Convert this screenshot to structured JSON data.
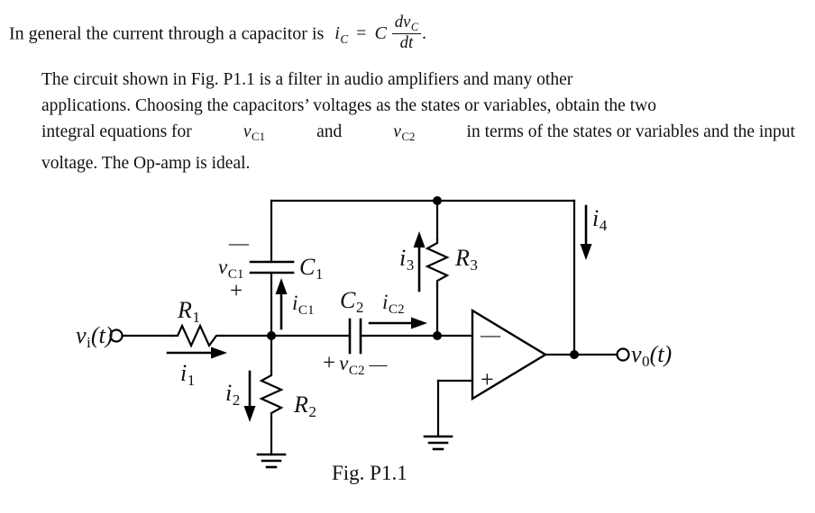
{
  "document": {
    "intro": {
      "text_before": "In general the current through a capacitor is",
      "equation": {
        "lhs_symbol": "i",
        "lhs_sub": "C",
        "equals": "=",
        "coefficient": "C",
        "fraction_numerator": "dv",
        "fraction_numerator_sub": "C",
        "fraction_denominator": "dt",
        "trailing_period": "."
      }
    },
    "paragraph": {
      "line1": "The circuit shown in Fig. P1.1 is a filter in audio amplifiers and many other",
      "line2": "applications. Choosing the capacitors’ voltages as the states or variables, obtain the two",
      "line3_part1": "integral equations for",
      "line3_var1": "v",
      "line3_var1_sub": "C1",
      "line3_part2": "and",
      "line3_var2": "v",
      "line3_var2_sub": "C2",
      "line3_part3": "in terms of the states or variables and the input",
      "line4": "voltage. The Op-amp is ideal."
    }
  },
  "figure": {
    "caption": "Fig. P1.1",
    "labels": {
      "input_source": "v",
      "input_source_sub": "i",
      "input_source_suffix": "(t)",
      "output_node": "v",
      "output_node_sub": "0",
      "output_node_suffix": "(t)",
      "r1": "R",
      "r1_sub": "1",
      "r2": "R",
      "r2_sub": "2",
      "r3": "R",
      "r3_sub": "3",
      "c1": "C",
      "c1_sub": "1",
      "c2": "C",
      "c2_sub": "2",
      "i1": "i",
      "i1_sub": "1",
      "i2": "i",
      "i2_sub": "2",
      "i3": "i",
      "i3_sub": "3",
      "i4": "i",
      "i4_sub": "4",
      "ic1": "i",
      "ic1_sub": "C1",
      "ic2": "i",
      "ic2_sub": "C2",
      "vc1": "v",
      "vc1_sub": "C1",
      "vc2": "v",
      "vc2_sub": "C2",
      "vc1_minus": "—",
      "vc1_plus": "+",
      "vc2_plus": "+",
      "vc2_minus": "—",
      "opamp_inverting": "—",
      "opamp_noninverting": "+"
    },
    "colors": {
      "wire": "#000000",
      "background": "#ffffff",
      "text": "#111111"
    }
  }
}
